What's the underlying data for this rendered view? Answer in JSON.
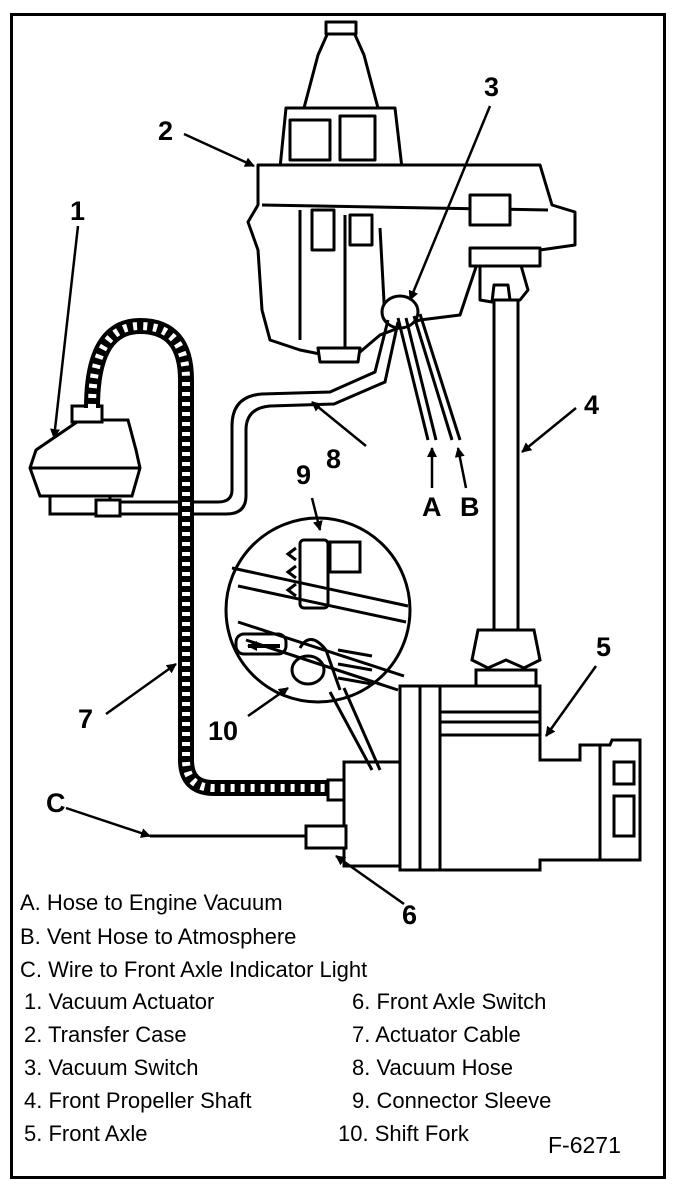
{
  "callouts": {
    "c1": "1",
    "c2": "2",
    "c3": "3",
    "c4": "4",
    "c5": "5",
    "c6": "6",
    "c7": "7",
    "c8": "8",
    "c9": "9",
    "c10": "10",
    "cA": "A",
    "cB": "B",
    "cC": "C"
  },
  "legend": {
    "a": "A. Hose to Engine Vacuum",
    "b": "B. Vent Hose to Atmosphere",
    "c": "C. Wire to Front Axle Indicator Light",
    "i1": "1. Vacuum Actuator",
    "i2": "2. Transfer Case",
    "i3": "3. Vacuum Switch",
    "i4": "4. Front Propeller Shaft",
    "i5": "5. Front Axle",
    "i6": "6. Front Axle Switch",
    "i7": "7. Actuator Cable",
    "i8": "8. Vacuum Hose",
    "i9": "9. Connector Sleeve",
    "i10": "10. Shift Fork"
  },
  "figure_id": "F-6271"
}
